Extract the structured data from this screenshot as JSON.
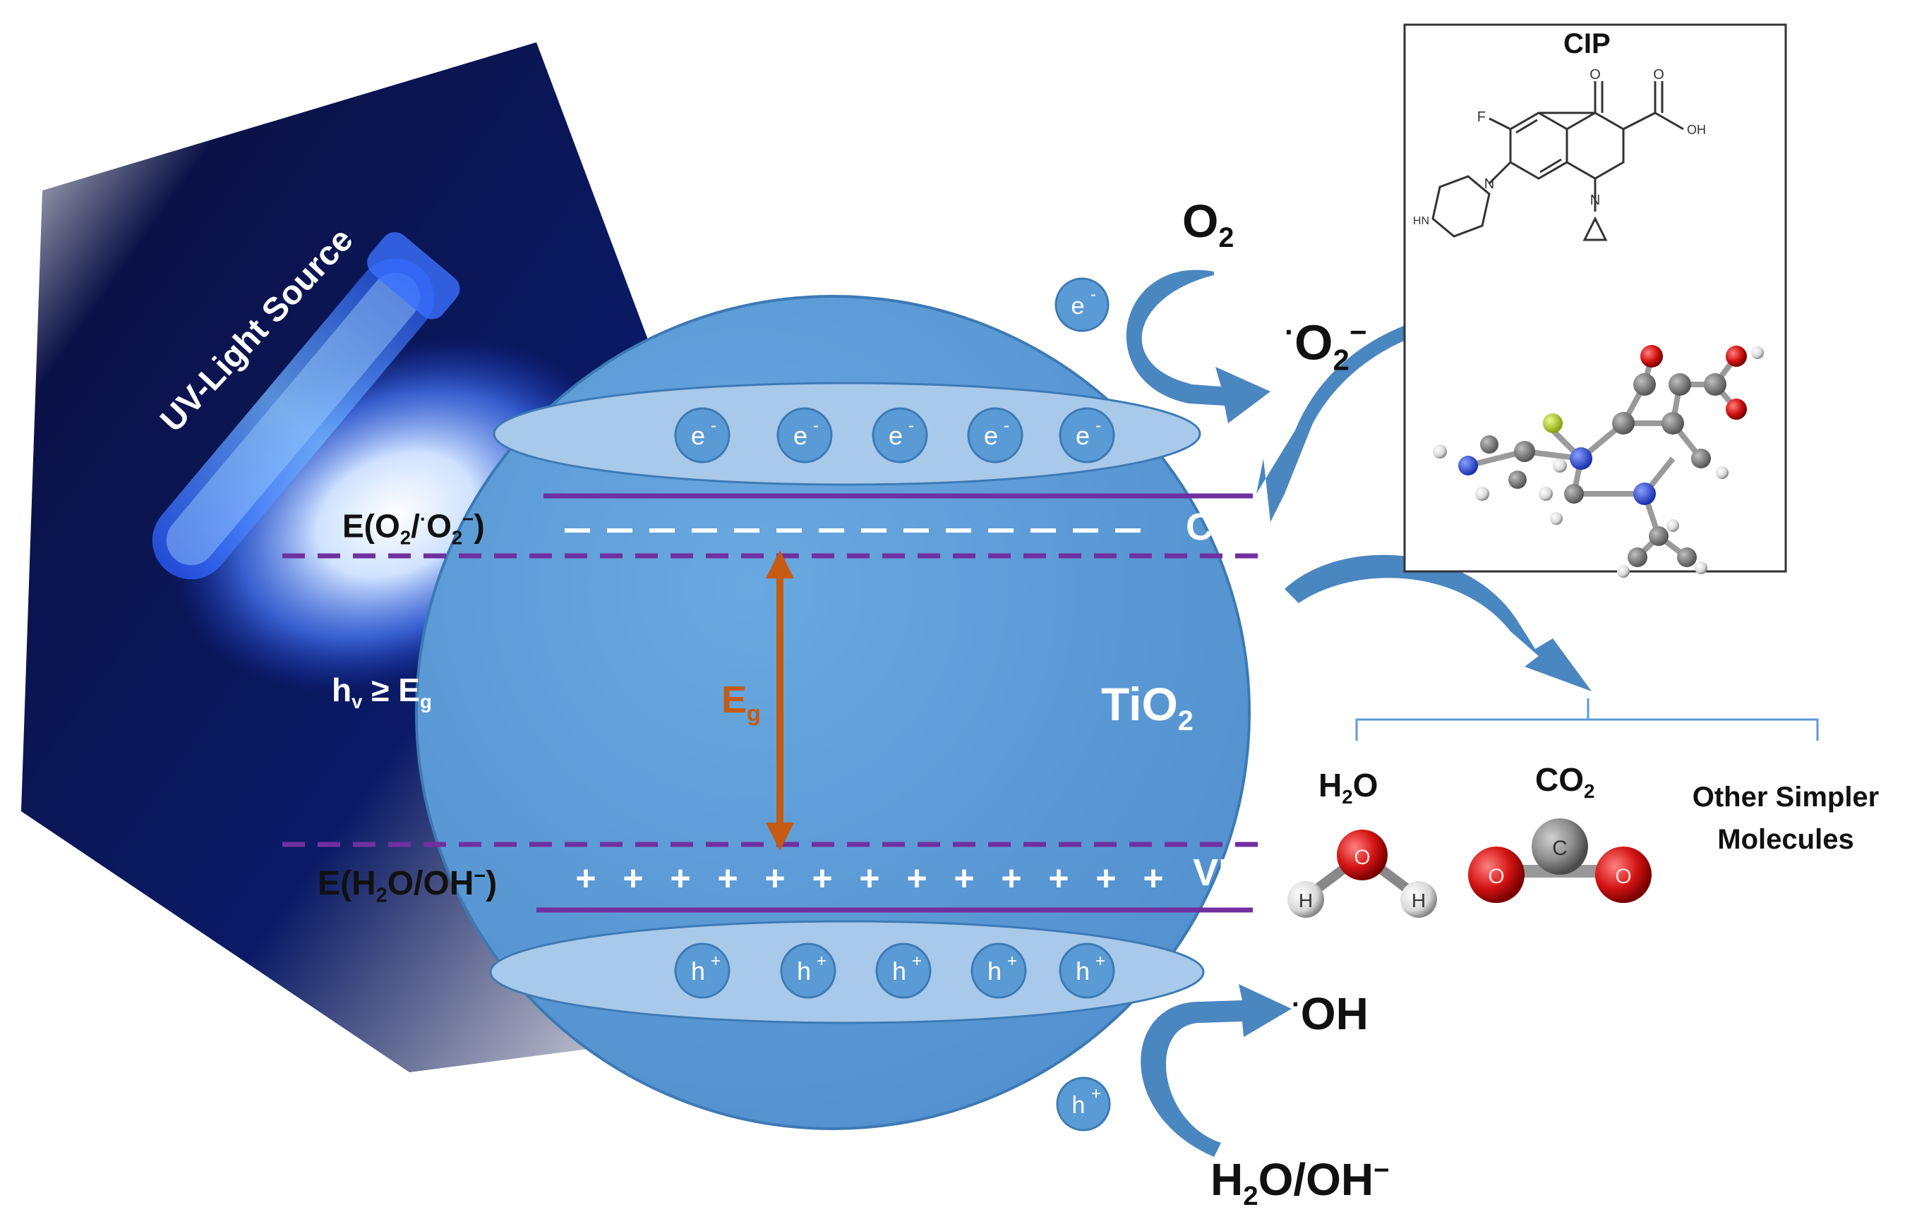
{
  "light_source": {
    "label": "UV-Light Source"
  },
  "photon": {
    "h": "h",
    "v": "v",
    "rel": "≥ E",
    "g": "g"
  },
  "bands": {
    "cb_label": "CB",
    "vb_label": "VB",
    "cb_potential": {
      "prefix": "E(O",
      "two": "2",
      "sep": "/",
      "dot": "·",
      "o": "O",
      "sub2": "2",
      "minus": "−",
      "suffix": ")"
    },
    "vb_potential": {
      "prefix": "E(H",
      "two": "2",
      "mid": "O/OH",
      "minus": "−",
      "suffix": ")"
    },
    "cb_marker": "−",
    "vb_marker": "+",
    "gap": {
      "e": "E",
      "g": "g"
    }
  },
  "particle": {
    "ti": "TiO",
    "two": "2"
  },
  "electron": {
    "e": "e",
    "charge": "-"
  },
  "hole": {
    "h": "h",
    "charge": "+"
  },
  "reactions": {
    "o2": {
      "o": "O",
      "two": "2"
    },
    "superoxide": {
      "dot": "·",
      "o": "O",
      "sub2": "2",
      "minus": "−"
    },
    "hydroxyl": {
      "dot": "·",
      "text": "OH"
    },
    "water": {
      "h": "H",
      "two": "2",
      "mid": "O/OH",
      "minus": "−"
    }
  },
  "pollutant": {
    "name": "CIP",
    "atoms": {
      "f": "F",
      "o1": "O",
      "o2": "O",
      "oh": "OH",
      "n1": "N",
      "n2": "N",
      "hn": "HN"
    }
  },
  "products": {
    "h2o": {
      "h": "H",
      "two": "2",
      "o": "O"
    },
    "co2": {
      "co": "CO",
      "two": "2"
    },
    "other_line1": "Other Simpler",
    "other_line2": "Molecules",
    "water_atoms": {
      "o": "O",
      "h1": "H",
      "h2": "H"
    },
    "co2_atoms": {
      "o1": "O",
      "c": "C",
      "o2": "O"
    }
  },
  "colors": {
    "sphere": "#5b9bd5",
    "sphere_edge": "#3d7ab5",
    "band_purple": "#7030a0",
    "gap_arrow": "#c55a11",
    "arrow_blue": "#4a86c0",
    "uv_glow": "#2d6bff"
  }
}
